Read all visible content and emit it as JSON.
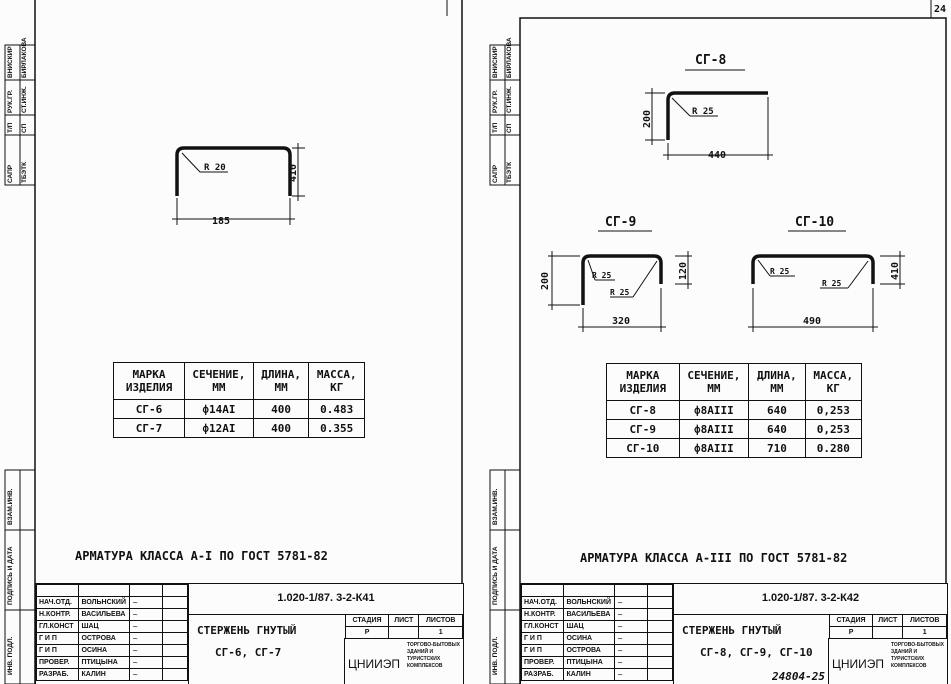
{
  "page_number": "24",
  "bottom_stamp": "24804-25",
  "side_strip_top": [
    "САПР",
    "ТБЭТК",
    "Т/П",
    "СП",
    "РУК.ГР.",
    "СТ.ИНЖ.",
    "ВНИСКИР",
    "БИРЛАКОВА"
  ],
  "side_strip_bottom": [
    "ИНВ. ПОДЛ.",
    "ПОДПИСЬ И ДАТА",
    "ВЗАМ.ИНВ."
  ],
  "sheets": [
    {
      "drawings": [
        {
          "title": "",
          "radius": "R 20",
          "width": "185",
          "height": "410"
        }
      ],
      "table": {
        "headers": [
          "МАРКА ИЗДЕЛИЯ",
          "СЕЧЕНИЕ, ММ",
          "ДЛИНА, ММ",
          "МАССА, КГ"
        ],
        "rows": [
          [
            "СГ-6",
            "ф14АI",
            "400",
            "0.483"
          ],
          [
            "СГ-7",
            "ф12АI",
            "400",
            "0.355"
          ]
        ]
      },
      "note": "АРМАТУРА  КЛАССА  А-I  ПО  ГОСТ 5781-82",
      "title_block": {
        "code": "1.020-1/87. 3-2-К41",
        "title": "СТЕРЖЕНЬ  ГНУТЫЙ",
        "subtitle": "СГ-6, СГ-7",
        "people": [
          [
            "НАЧ.ОТД.",
            "ВОЛЬНСКИЙ"
          ],
          [
            "Н.КОНТР.",
            "ВАСИЛЬЕВА"
          ],
          [
            "ГЛ.КОНСТ",
            "ШАЦ"
          ],
          [
            "Г И П",
            "ОСТРОВА"
          ],
          [
            "Г И П",
            "ОСИНА"
          ],
          [
            "ПРОВЕР.",
            "ПТИЦЫНА"
          ],
          [
            "РАЗРАБ.",
            "КАЛИН"
          ]
        ],
        "stage_label": "СТАДИЯ",
        "sheet_label": "ЛИСТ",
        "sheets_label": "ЛИСТОВ",
        "stage": "Р",
        "sheet": "",
        "sheets": "1",
        "org": "ЦНИИЭП",
        "org_desc": "ТОРГОВО-БЫТОВЫХ ЗДАНИЙ И ТУРИСТСКИХ КОМПЛЕКСОВ"
      }
    },
    {
      "drawings": [
        {
          "title": "СГ-8",
          "radius": "R 25",
          "width": "440",
          "height": "200"
        },
        {
          "title": "СГ-9",
          "radius": "R 25",
          "radius2": "R 25",
          "width": "320",
          "height": "200",
          "height2": "120"
        },
        {
          "title": "СГ-10",
          "radius": "R 25",
          "radius2": "R 25",
          "width": "490",
          "height": "410"
        }
      ],
      "table": {
        "headers": [
          "МАРКА ИЗДЕЛИЯ",
          "СЕЧЕНИЕ, ММ",
          "ДЛИНА, ММ",
          "МАССА, КГ"
        ],
        "rows": [
          [
            "СГ-8",
            "ф8АIII",
            "640",
            "0,253"
          ],
          [
            "СГ-9",
            "ф8АIII",
            "640",
            "0,253"
          ],
          [
            "СГ-10",
            "ф8АIII",
            "710",
            "0.280"
          ]
        ]
      },
      "note": "АРМАТУРА  КЛАССА  А-III  ПО  ГОСТ 5781-82",
      "title_block": {
        "code": "1.020-1/87. 3-2-К42",
        "title": "СТЕРЖЕНЬ  ГНУТЫЙ",
        "subtitle": "СГ-8, СГ-9, СГ-10",
        "people": [
          [
            "НАЧ.ОТД.",
            "ВОЛЬНСКИЙ"
          ],
          [
            "Н.КОНТР.",
            "ВАСИЛЬЕВА"
          ],
          [
            "ГЛ.КОНСТ",
            "ШАЦ"
          ],
          [
            "Г И П",
            "ОСИНА"
          ],
          [
            "Г И П",
            "ОСТРОВА"
          ],
          [
            "ПРОВЕР.",
            "ПТИЦЫНА"
          ],
          [
            "РАЗРАБ.",
            "КАЛИН"
          ]
        ],
        "stage_label": "СТАДИЯ",
        "sheet_label": "ЛИСТ",
        "sheets_label": "ЛИСТОВ",
        "stage": "Р",
        "sheet": "",
        "sheets": "1",
        "org": "ЦНИИЭП",
        "org_desc": "ТОРГОВО-БЫТОВЫХ ЗДАНИЙ И ТУРИСТСКИХ КОМПЛЕКСОВ"
      }
    }
  ]
}
